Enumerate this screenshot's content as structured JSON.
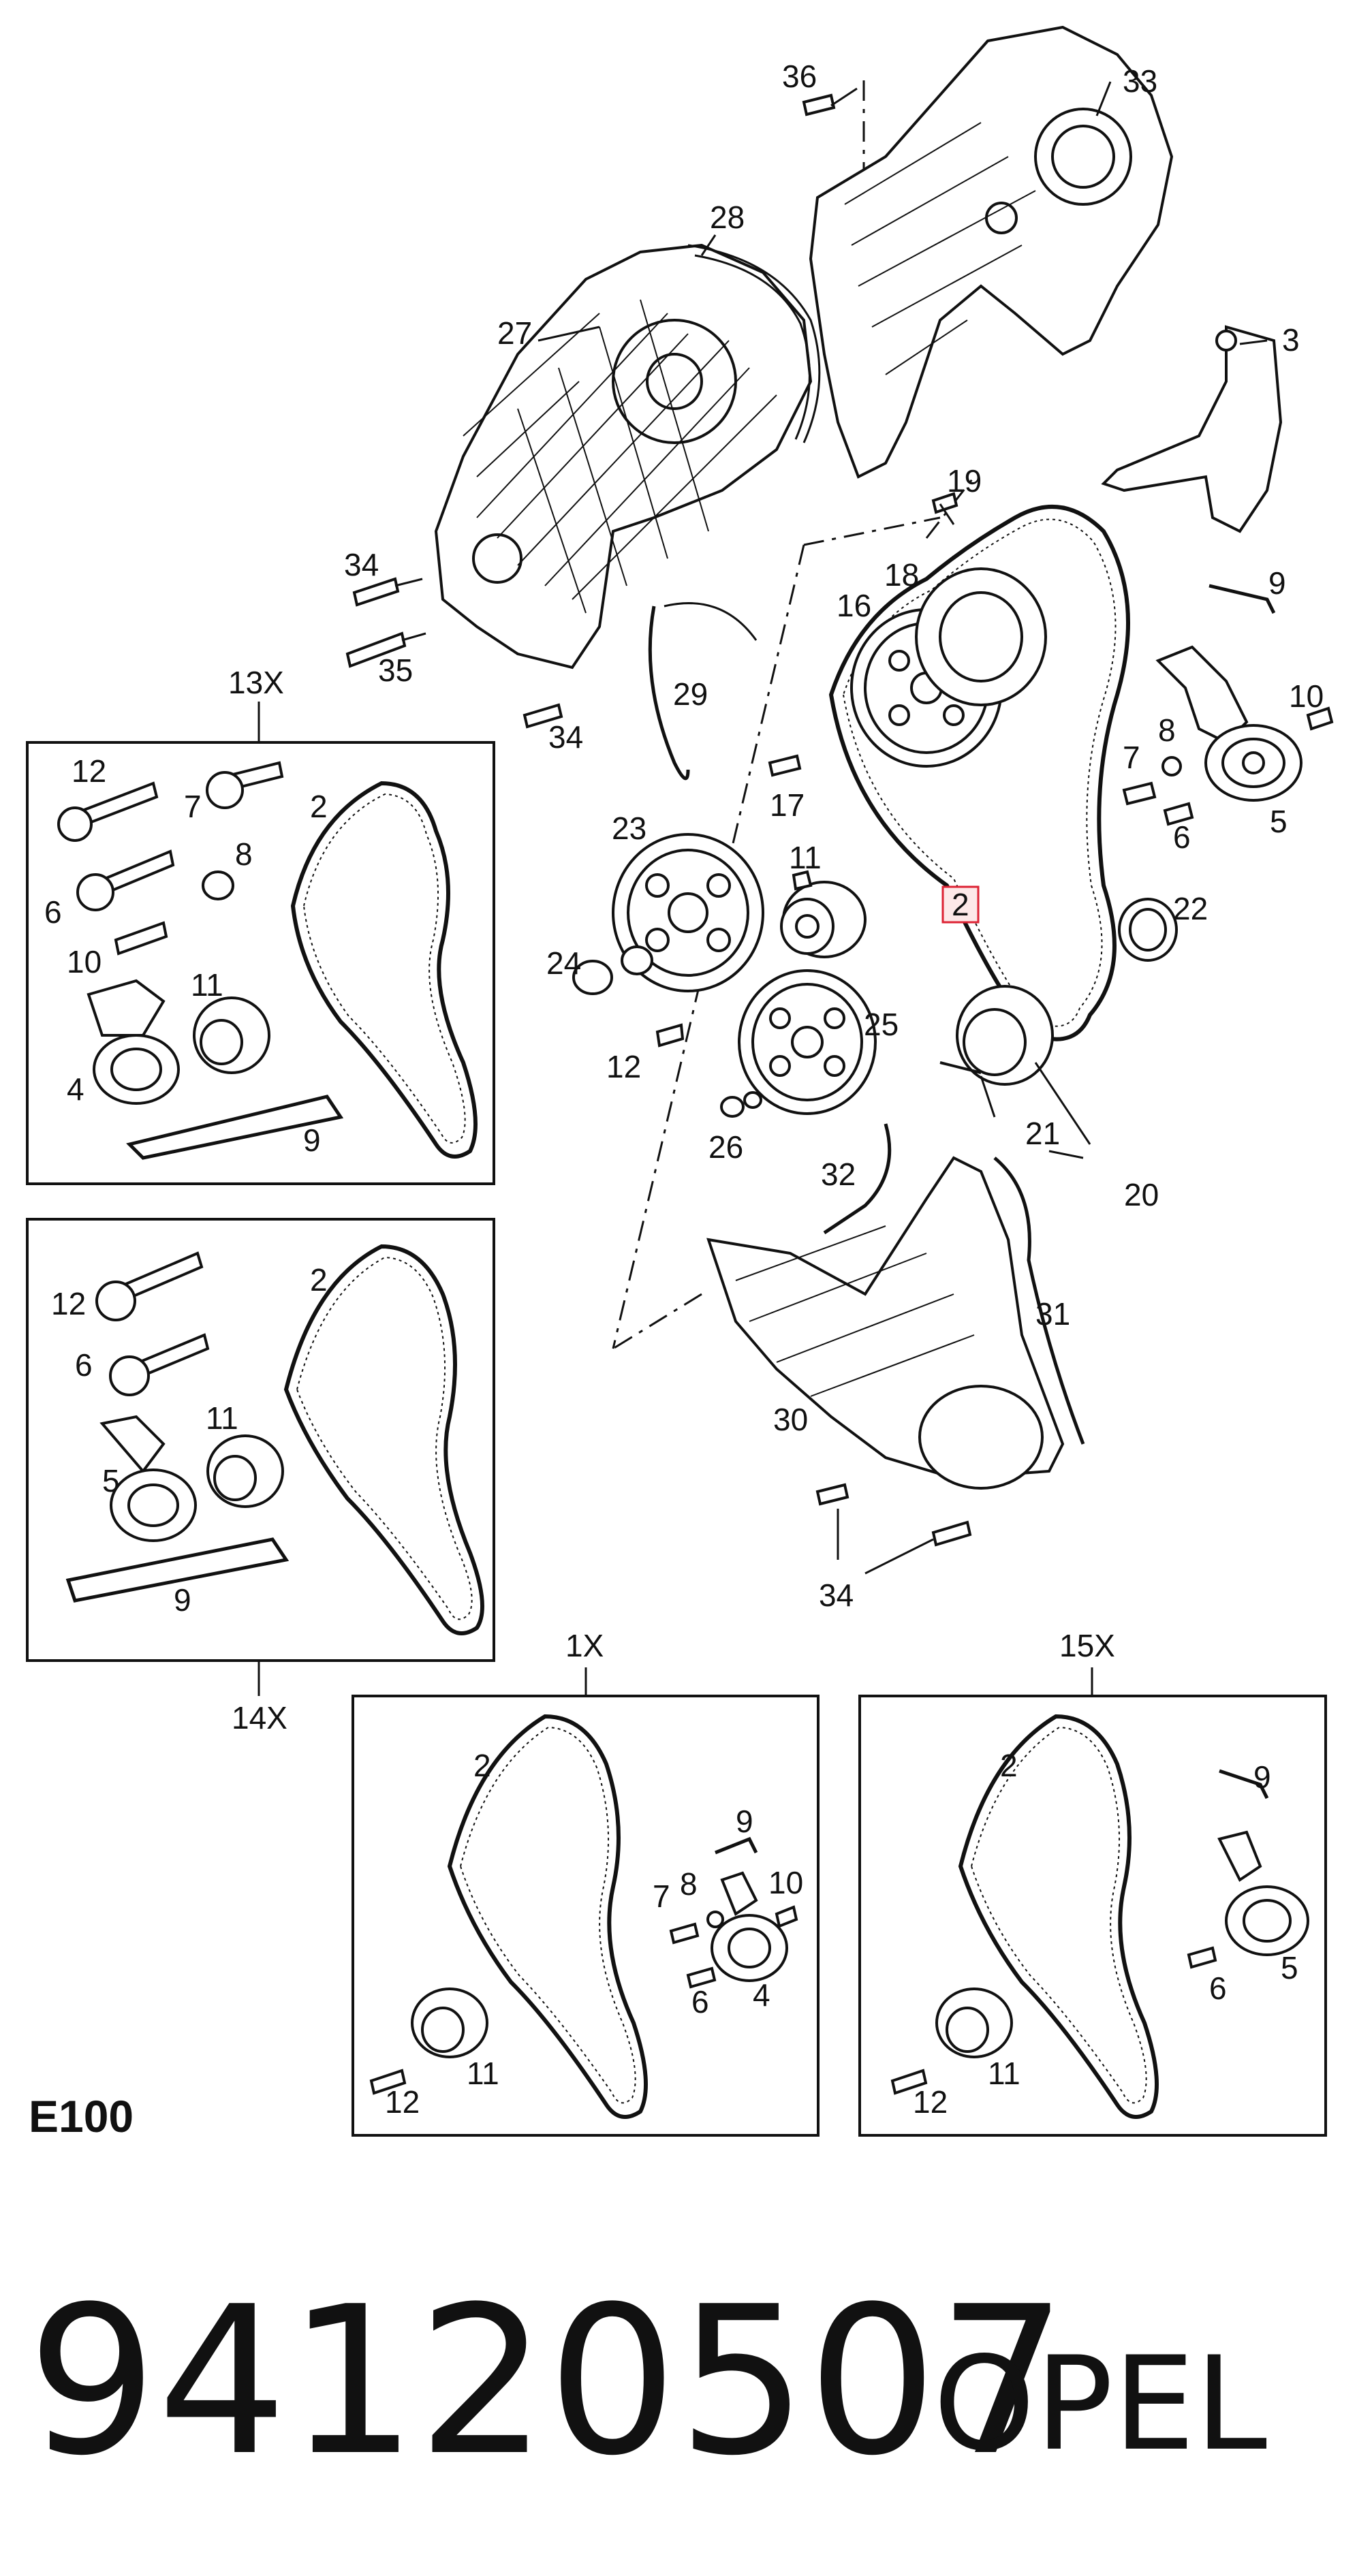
{
  "section_code": "E100",
  "part_number": "94120507",
  "brand": "OPEL",
  "highlighted_callout": "2",
  "main_callouts": {
    "c36": "36",
    "c33": "33",
    "c28": "28",
    "c27": "27",
    "c3": "3",
    "c19": "19",
    "c18": "18",
    "c16": "16",
    "c9": "9",
    "c34a": "34",
    "c35": "35",
    "c29": "29",
    "c34b": "34",
    "c7": "7",
    "c8": "8",
    "c10": "10",
    "c17": "17",
    "c6": "6",
    "c5": "5",
    "c23": "23",
    "c11": "11",
    "c2": "2",
    "c22": "22",
    "c24": "24",
    "c25": "25",
    "c12": "12",
    "c26": "26",
    "c21": "21",
    "c32": "32",
    "c20": "20",
    "c31": "31",
    "c30": "30",
    "c34c": "34"
  },
  "kits": {
    "k13": {
      "title": "13X",
      "c12": "12",
      "c7": "7",
      "c2": "2",
      "c8": "8",
      "c6": "6",
      "c10": "10",
      "c11": "11",
      "c4": "4",
      "c9": "9"
    },
    "k14": {
      "title": "14X",
      "c12": "12",
      "c2": "2",
      "c6": "6",
      "c11": "11",
      "c5": "5",
      "c9": "9"
    },
    "k1": {
      "title": "1X",
      "c2": "2",
      "c9": "9",
      "c7": "7",
      "c8": "8",
      "c10": "10",
      "c6": "6",
      "c4": "4",
      "c11": "11",
      "c12": "12"
    },
    "k15": {
      "title": "15X",
      "c2": "2",
      "c9": "9",
      "c6": "6",
      "c5": "5",
      "c11": "11",
      "c12": "12"
    }
  }
}
